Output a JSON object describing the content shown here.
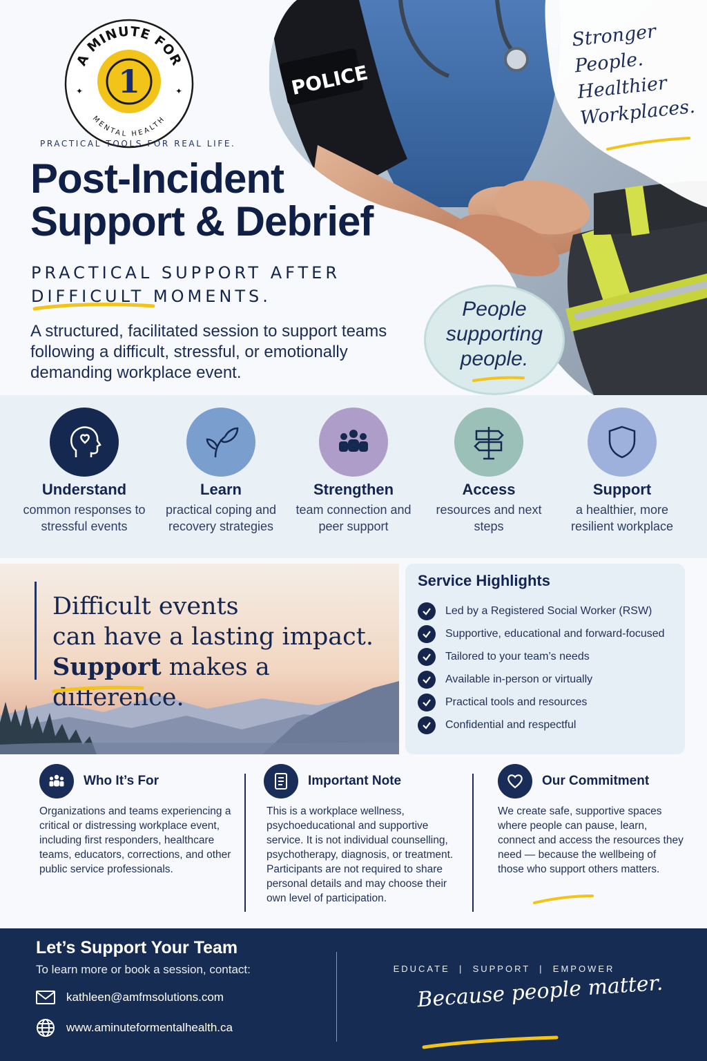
{
  "brand": {
    "logo_top": "A MINUTE FOR",
    "logo_number": "1",
    "logo_bottom": "MENTAL HEALTH",
    "tagline": "PRACTICAL TOOLS FOR REAL LIFE."
  },
  "hero": {
    "title": "Post-Incident Support & Debrief",
    "subtitle": "PRACTICAL SUPPORT AFTER DIFFICULT MOMENTS.",
    "intro": "A structured, facilitated session to support teams following a difficult, stressful, or emotionally demanding workplace event.",
    "quote": "Stronger People. Healthier Workplaces.",
    "bubble": "People supporting people.",
    "badge_text": "POLICE"
  },
  "features": [
    {
      "title": "Understand",
      "desc": "common responses to stressful events",
      "icon": "head-heart-icon",
      "color": "#15284f"
    },
    {
      "title": "Learn",
      "desc": "practical coping and recovery strategies",
      "icon": "sprout-icon",
      "color": "#7a9fcf"
    },
    {
      "title": "Strengthen",
      "desc": "team connection and peer support",
      "icon": "group-icon",
      "color": "#ad9dc8"
    },
    {
      "title": "Access",
      "desc": "resources and next steps",
      "icon": "signpost-icon",
      "color": "#9bc0b7"
    },
    {
      "title": "Support",
      "desc": "a healthier, more resilient workplace",
      "icon": "shield-icon",
      "color": "#9db1dc"
    }
  ],
  "impact": {
    "line1": "Difficult events",
    "line2": "can have a lasting impact.",
    "strong": "Support",
    "line3_rest": " makes a difference."
  },
  "highlights": {
    "title": "Service Highlights",
    "items": [
      "Led by a Registered Social Worker (RSW)",
      "Supportive, educational and forward-focused",
      "Tailored to your team’s needs",
      "Available in-person or virtually",
      "Practical tools and resources",
      "Confidential and respectful"
    ]
  },
  "info": {
    "who": {
      "title": "Who It’s For",
      "body": "Organizations and teams experiencing a critical or distressing workplace event, including first responders, healthcare teams, educators, corrections, and other public service professionals."
    },
    "note": {
      "title": "Important Note",
      "body": "This is a workplace wellness, psychoeducational and supportive service. It is not individual counselling, psychotherapy, diagnosis, or treatment. Participants are not required to share personal details and may choose their own level of participation."
    },
    "commitment": {
      "title": "Our Commitment",
      "body": "We create safe, supportive spaces where people can pause, learn, connect and access the resources they need — because the wellbeing of those who support others matters."
    }
  },
  "footer": {
    "title": "Let’s Support Your Team",
    "subtitle": "To learn more or book a session, contact:",
    "email": "kathleen@amfmsolutions.com",
    "website": "www.aminuteformentalhealth.ca",
    "pillars": "EDUCATE  |  SUPPORT  |  EMPOWER",
    "script": "Because people matter."
  },
  "colors": {
    "navy": "#172c52",
    "accent_yellow": "#f2c318",
    "light_panel": "#e9f1f6"
  }
}
